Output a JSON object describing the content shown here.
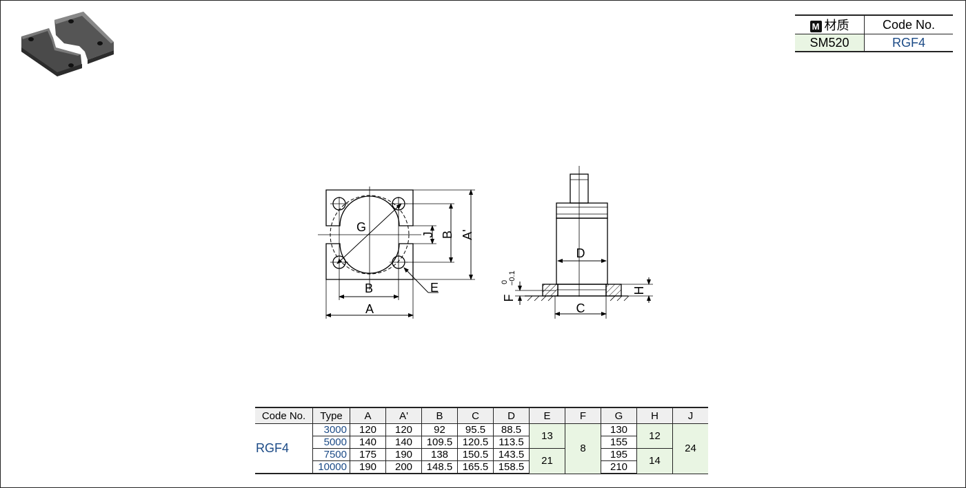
{
  "material_table": {
    "badge": "M",
    "material_header": "材质",
    "code_header": "Code No.",
    "material_value": "SM520",
    "code_value": "RGF4"
  },
  "drawing_labels": {
    "G": "G",
    "J": "J",
    "B_side": "B",
    "A_prime": "A'",
    "B_bottom": "B",
    "A_bottom": "A",
    "E": "E",
    "D": "D",
    "C": "C",
    "H": "H",
    "F": "F",
    "F_tol_upper": "0",
    "F_tol_lower": "−0.1"
  },
  "spec_table": {
    "headers": [
      "Code No.",
      "Type",
      "A",
      "A'",
      "B",
      "C",
      "D",
      "E",
      "F",
      "G",
      "H",
      "J"
    ],
    "code": "RGF4",
    "rows": [
      {
        "type": "3000",
        "A": "120",
        "A_prime": "120",
        "B": "92",
        "C": "95.5",
        "D": "88.5",
        "G": "130"
      },
      {
        "type": "5000",
        "A": "140",
        "A_prime": "140",
        "B": "109.5",
        "C": "120.5",
        "D": "113.5",
        "G": "155"
      },
      {
        "type": "7500",
        "A": "175",
        "A_prime": "190",
        "B": "138",
        "C": "150.5",
        "D": "143.5",
        "G": "195"
      },
      {
        "type": "10000",
        "A": "190",
        "A_prime": "200",
        "B": "148.5",
        "C": "165.5",
        "D": "158.5",
        "G": "210"
      }
    ],
    "E": [
      "13",
      "21"
    ],
    "F": "8",
    "H": [
      "12",
      "14"
    ],
    "J": "24"
  }
}
